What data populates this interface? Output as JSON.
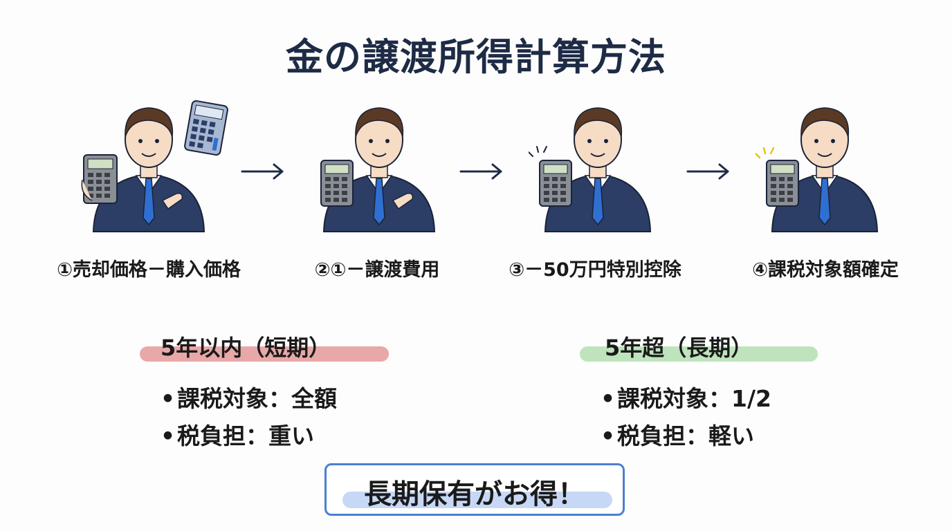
{
  "title": "金の譲渡所得計算方法",
  "steps": [
    {
      "label": "①売却価格－購入価格"
    },
    {
      "label": "②①－譲渡費用"
    },
    {
      "label": "③－50万円特別控除"
    },
    {
      "label": "④課税対象額確定"
    }
  ],
  "short_term": {
    "heading": "5年以内（短期）",
    "color": "#e9a8a8",
    "items": [
      "課税対象：全額",
      "税負担：重い"
    ]
  },
  "long_term": {
    "heading": "5年超（長期）",
    "color": "#bfe3bd",
    "items": [
      "課税対象：1/2",
      "税負担：軽い"
    ]
  },
  "bullet_glyph": "•",
  "conclusion": "長期保有がお得！",
  "colors": {
    "title": "#1e2b45",
    "suit": "#2c3e66",
    "tie": "#2f6fd1",
    "skin": "#f6dcc4",
    "hair": "#5a3a24",
    "calculator": "#8a8f96",
    "accent_box": "#4a7ed2"
  },
  "icons": [
    "calculator-icon",
    "arrow-right-icon",
    "businessman-icon",
    "sparkle-icon"
  ]
}
